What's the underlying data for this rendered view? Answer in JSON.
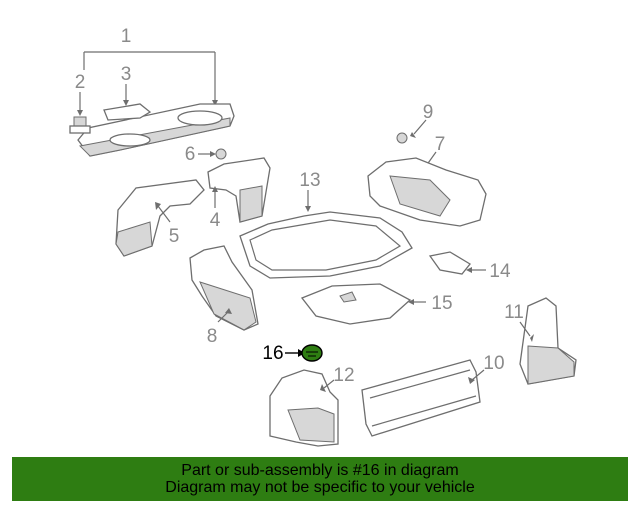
{
  "callouts": {
    "c1": "1",
    "c2": "2",
    "c3": "3",
    "c4": "4",
    "c5": "5",
    "c6": "6",
    "c7": "7",
    "c8": "8",
    "c9": "9",
    "c10": "10",
    "c11": "11",
    "c12": "12",
    "c13": "13",
    "c14": "14",
    "c15": "15",
    "c16": "16"
  },
  "highlight_part": "16",
  "colors": {
    "banner": "#2e7d12",
    "highlight_part": "#2e7d12",
    "line_art": "#6e6e6e",
    "callout_text": "#8a8a8a"
  },
  "banner": {
    "line1": "Part or sub-assembly is #16 in diagram",
    "line2": "Diagram may not be specific to your vehicle"
  }
}
